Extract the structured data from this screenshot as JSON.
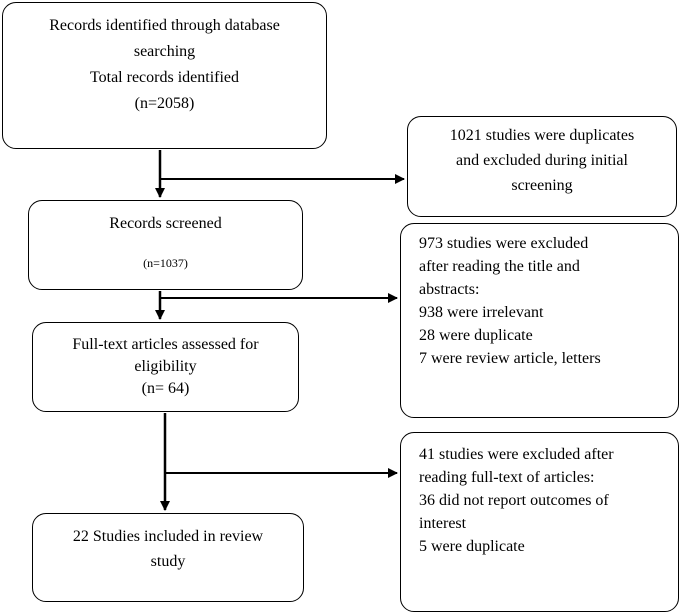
{
  "boxes": {
    "identified": {
      "lines": [
        "Records identified through database",
        "searching",
        "Total records identified",
        "(n=2058)"
      ]
    },
    "screened": {
      "lines": [
        "Records screened",
        "(n=1037)"
      ]
    },
    "fulltext": {
      "lines": [
        "Full-text articles assessed for",
        "eligibility",
        "(n= 64)"
      ]
    },
    "included": {
      "lines": [
        "22 Studies included in review",
        "study"
      ]
    },
    "excluded_duplicates": {
      "lines": [
        "1021 studies were duplicates",
        "and excluded during initial",
        "screening"
      ]
    },
    "excluded_title_abstract": {
      "lines": [
        "973 studies were excluded",
        "after reading the title and",
        "abstracts:",
        "938 were irrelevant",
        "28 were duplicate",
        "7 were review article, letters"
      ]
    },
    "excluded_fulltext": {
      "lines": [
        "41 studies were excluded after",
        "reading full-text of articles:",
        "36 did not report outcomes of",
        "interest",
        "5 were duplicate"
      ]
    }
  },
  "colors": {
    "stroke": "#000000",
    "background": "#ffffff"
  }
}
